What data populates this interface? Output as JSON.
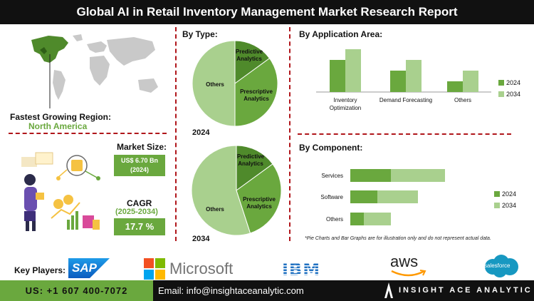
{
  "title": "Global AI in Retail Inventory Management Market Research Report",
  "region": {
    "label": "Fastest Growing Region:",
    "value": "North America"
  },
  "market_size": {
    "label": "Market Size:",
    "value_line1": "US$ 6.70 Bn",
    "value_line2": "(2024)"
  },
  "cagr": {
    "label": "CAGR",
    "period": "(2025-2034)",
    "value": "17.7 %"
  },
  "by_type": {
    "label": "By Type:",
    "year_2024": "2024",
    "year_2034": "2034"
  },
  "by_application": {
    "label": "By Application Area:"
  },
  "by_component": {
    "label": "By Component:"
  },
  "note": "*Pie Charts and Bar Graphs are for illustration only and do not represent actual data.",
  "key_players": {
    "label": "Key Players:",
    "sap": "SAP",
    "microsoft": "Microsoft",
    "ibm": "IBM",
    "aws": "aws",
    "salesforce": "salesforce"
  },
  "footer": {
    "phone": "US: +1 607 400-7072",
    "email": "Email: info@insightaceanalytic.com",
    "brand": "INSIGHT ACE ANALYTIC"
  },
  "colors": {
    "dark_green": "#4f8a2b",
    "mid_green": "#6aa83e",
    "light_green": "#a9d08e",
    "accent_red": "#b0161b",
    "black": "#111111"
  },
  "chart_data": [
    {
      "type": "pie",
      "title": "2024",
      "labels": [
        "Predictive Analytics",
        "Prescriptive Analytics",
        "Others"
      ],
      "values": [
        15,
        35,
        50
      ]
    },
    {
      "type": "pie",
      "title": "2034",
      "labels": [
        "Predictive Analytics",
        "Prescriptive Analytics",
        "Others"
      ],
      "values": [
        15,
        30,
        55
      ]
    },
    {
      "type": "bar",
      "orientation": "vertical",
      "categories": [
        "Inventory Optimization",
        "Demand Forecasting",
        "Others"
      ],
      "series": [
        {
          "name": "2024",
          "values": [
            45,
            30,
            15
          ]
        },
        {
          "name": "2034",
          "values": [
            60,
            45,
            30
          ]
        }
      ],
      "ylim": [
        0,
        70
      ],
      "legend": "right"
    },
    {
      "type": "bar",
      "orientation": "horizontal-stacked",
      "categories": [
        "Services",
        "Software",
        "Others"
      ],
      "series": [
        {
          "name": "2024",
          "values": [
            30,
            20,
            10
          ]
        },
        {
          "name": "2034",
          "values": [
            40,
            30,
            20
          ]
        }
      ],
      "legend": "right"
    }
  ]
}
